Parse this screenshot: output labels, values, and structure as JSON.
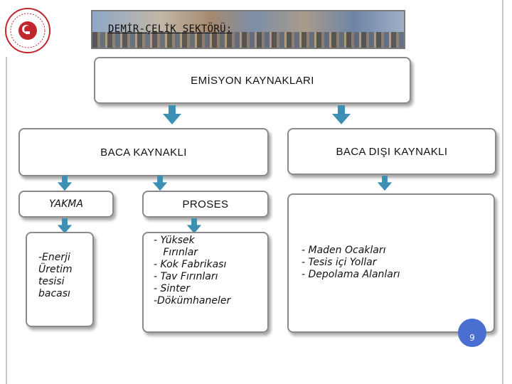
{
  "banner": {
    "title": "DEMİR-ÇELİK SEKTÖRÜ:"
  },
  "diagram": {
    "root": "EMİSYON KAYNAKLARI",
    "baca": "BACA KAYNAKLI",
    "baca_disi": "BACA DIŞI KAYNAKLI",
    "yakma": "YAKMA",
    "proses": "PROSES",
    "yakma_items": [
      "-Enerji",
      "Üretim",
      "tesisi",
      "bacası"
    ],
    "proses_items": [
      "- Yüksek",
      "   Fırınlar",
      "- Kok Fabrikası",
      "- Tav Fırınları",
      "- Sinter",
      "-Dökümhaneler"
    ],
    "disi_items": [
      "- Maden Ocakları",
      "- Tesis içi Yollar",
      "- Depolama Alanları"
    ]
  },
  "page": {
    "number": "9"
  },
  "colors": {
    "arrow": "#3d8fb4",
    "page_badge": "#4a6fd1",
    "box_border": "#8a8a8a"
  }
}
